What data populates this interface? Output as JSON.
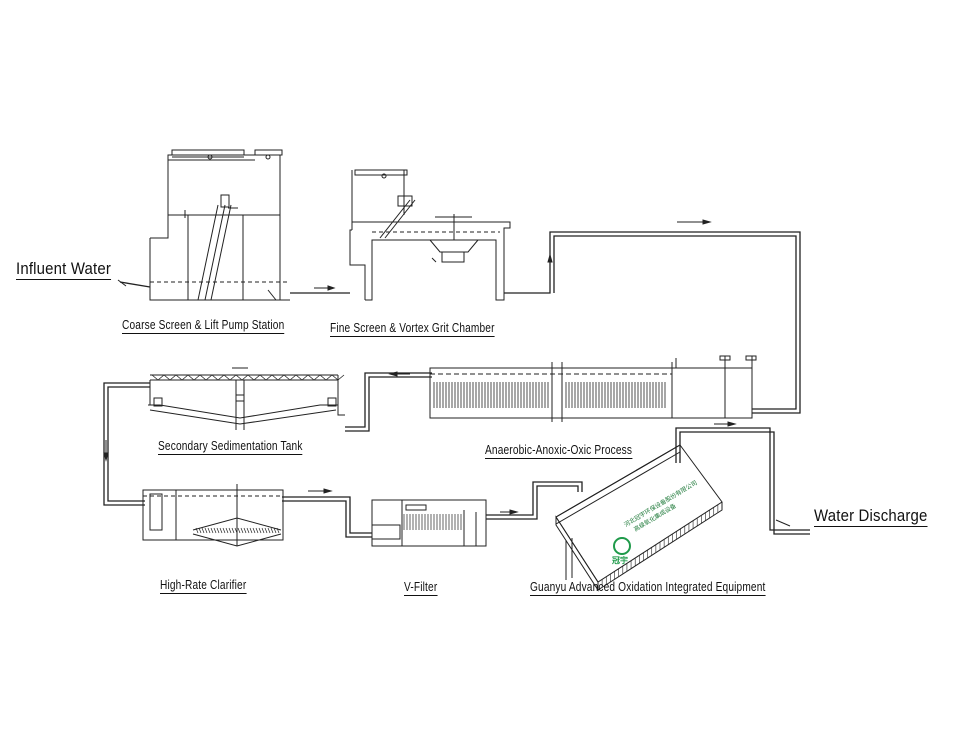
{
  "labels": {
    "influent": "Influent Water",
    "discharge": "Water Discharge",
    "coarse_screen": "Coarse Screen & Lift Pump Station",
    "fine_screen": "Fine Screen & Vortex Grit Chamber",
    "aao": "Anaerobic-Anoxic-Oxic Process",
    "secondary_sed": "Secondary Sedimentation Tank",
    "clarifier": "High-Rate Clarifier",
    "v_filter": "V-Filter",
    "guanyu": "Guanyu Advanced Oxidation Integrated Equipment"
  },
  "container_text": {
    "line1": "河北冠宇环保设备股份有限公司",
    "line2": "高级氧化集成设备",
    "logo_text": "冠宇"
  },
  "colors": {
    "line": "#222222",
    "logo_green": "#1f9a4a"
  }
}
